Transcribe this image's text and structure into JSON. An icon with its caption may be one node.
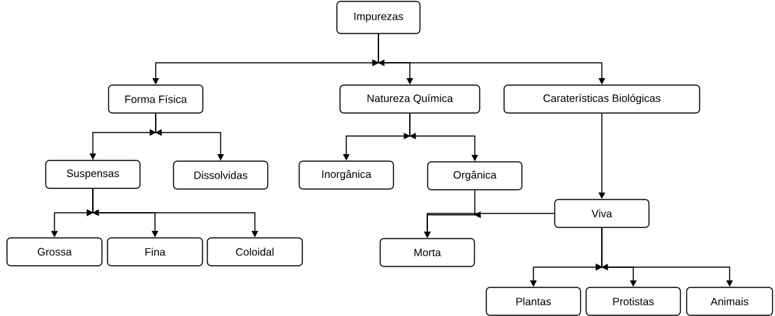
{
  "diagram": {
    "nodes": [
      {
        "text": [
          "Impurezas"
        ]
      },
      {
        "text": [
          "Forma Física"
        ]
      },
      {
        "text": [
          "Natureza Química"
        ]
      },
      {
        "text": [
          "Caraterísticas Biológicas"
        ]
      },
      {
        "text": [
          "Suspensas"
        ]
      },
      {
        "text": [
          "Dissolvidas"
        ]
      },
      {
        "text": [
          "Inorgânica"
        ]
      },
      {
        "text": [
          "Orgânica"
        ]
      },
      {
        "text": [
          "Grossa"
        ]
      },
      {
        "text": [
          "Fina"
        ]
      },
      {
        "text": [
          "Coloidal"
        ]
      },
      {
        "text": [
          "Viva"
        ]
      },
      {
        "text": [
          "Morta"
        ]
      },
      {
        "text": [
          "Plantas"
        ]
      },
      {
        "text": [
          "Protistas"
        ]
      },
      {
        "text": [
          "Animais"
        ]
      }
    ],
    "edges": [
      {
        "from": 0,
        "to": 1,
        "arrow": "to"
      },
      {
        "from": 0,
        "to": 2,
        "arrow": "to"
      },
      {
        "from": 0,
        "to": 3,
        "arrow": "to"
      },
      {
        "from": 1,
        "to": 4,
        "arrow": "to"
      },
      {
        "from": 1,
        "to": 5,
        "arrow": "to"
      },
      {
        "from": 2,
        "to": 6,
        "arrow": "to"
      },
      {
        "from": 2,
        "to": 7,
        "arrow": "to"
      },
      {
        "from": 4,
        "to": 8,
        "arrow": "to"
      },
      {
        "from": 4,
        "to": 9,
        "arrow": "to"
      },
      {
        "from": 4,
        "to": 10,
        "arrow": "to"
      },
      {
        "from": 3,
        "to": 11,
        "arrow": "to"
      },
      {
        "from": 7,
        "to": 12,
        "arrow": "to"
      },
      {
        "from": 11,
        "to": 12,
        "arrow": "to"
      },
      {
        "from": 11,
        "to": 13,
        "arrow": "to"
      },
      {
        "from": 11,
        "to": 14,
        "arrow": "to"
      },
      {
        "from": 11,
        "to": 15,
        "arrow": "to"
      }
    ]
  }
}
